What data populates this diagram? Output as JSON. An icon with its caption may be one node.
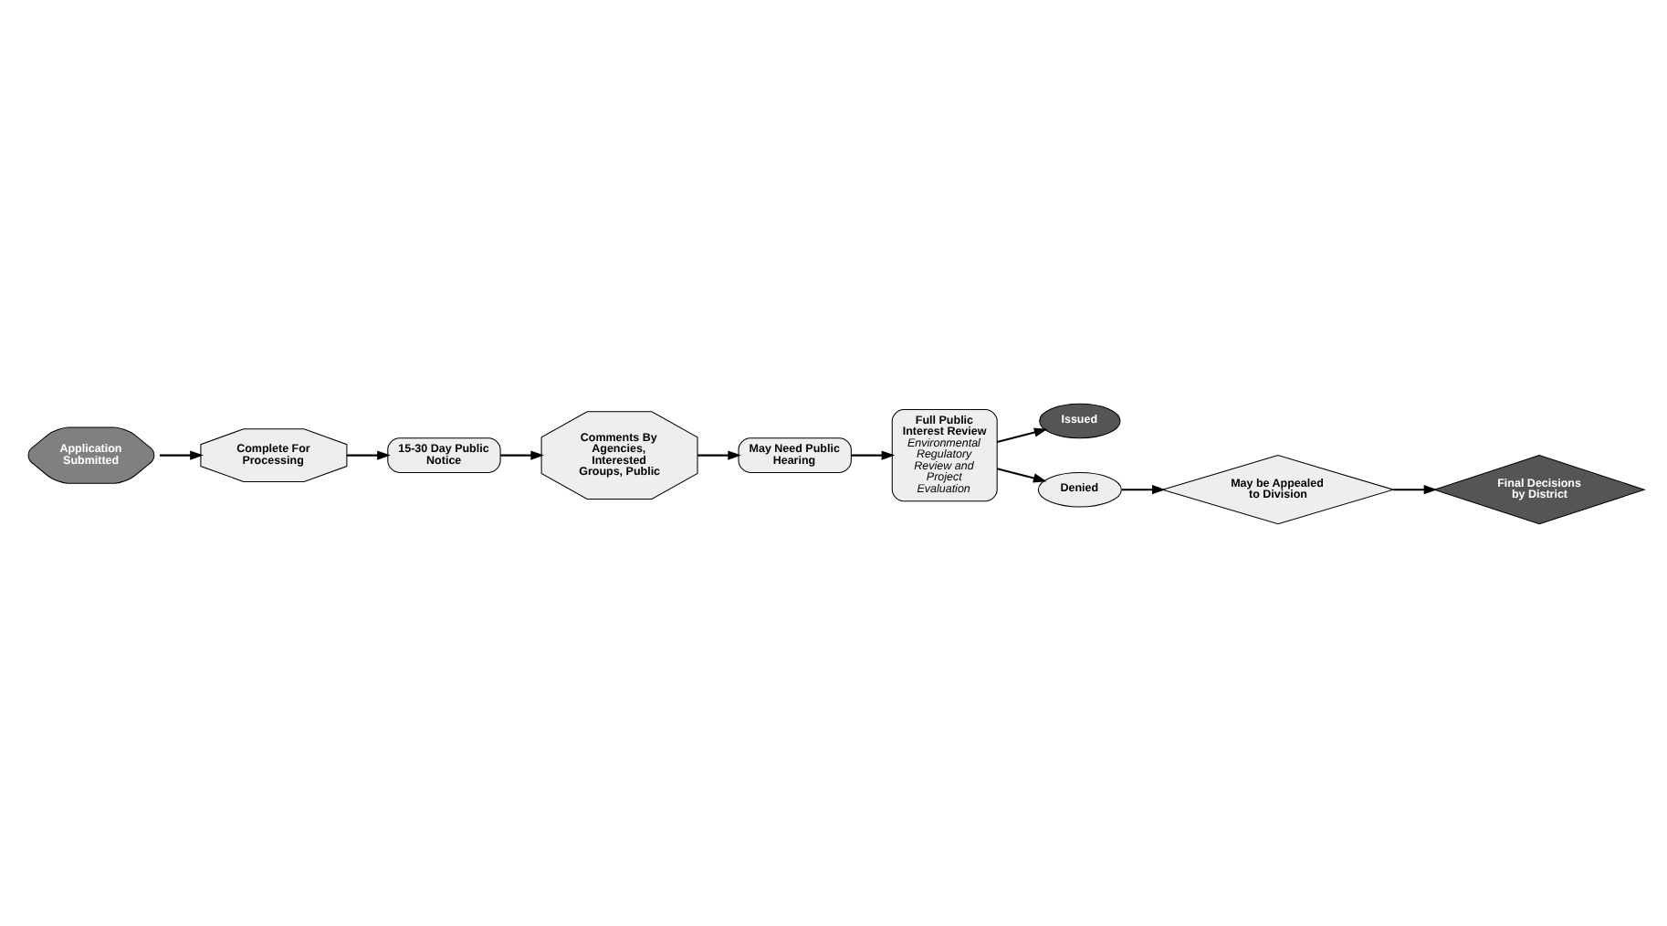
{
  "diagram": {
    "nodes": [
      {
        "text": [
          "Application Submitted"
        ]
      },
      {
        "text": [
          "Complete For Processing"
        ]
      },
      {
        "text": [
          "15-30 Day Public Notice"
        ]
      },
      {
        "text": [
          "Comments By Agencies, Interested Groups, Public"
        ]
      },
      {
        "text": [
          "May Need Public Hearing"
        ]
      },
      {
        "text": [
          "Full Public Interest Review",
          "Environmental Regulatory Review and Project Evaluation"
        ]
      },
      {
        "text": [
          "Issued"
        ]
      },
      {
        "text": [
          "Denied"
        ]
      },
      {
        "text": [
          "May be Appealed to Division"
        ]
      },
      {
        "text": [
          "Final Decisions by District"
        ]
      }
    ],
    "edges": [
      {
        "from": 0,
        "to": 1,
        "arrow": "to"
      },
      {
        "from": 1,
        "to": 2,
        "arrow": "to"
      },
      {
        "from": 2,
        "to": 3,
        "arrow": "to"
      },
      {
        "from": 3,
        "to": 4,
        "arrow": "to"
      },
      {
        "from": 4,
        "to": 5,
        "arrow": "to"
      },
      {
        "from": 5,
        "to": 6,
        "arrow": "to"
      },
      {
        "from": 5,
        "to": 7,
        "arrow": "to"
      },
      {
        "from": 7,
        "to": 8,
        "arrow": "to"
      },
      {
        "from": 8,
        "to": 9,
        "arrow": "to"
      }
    ]
  }
}
